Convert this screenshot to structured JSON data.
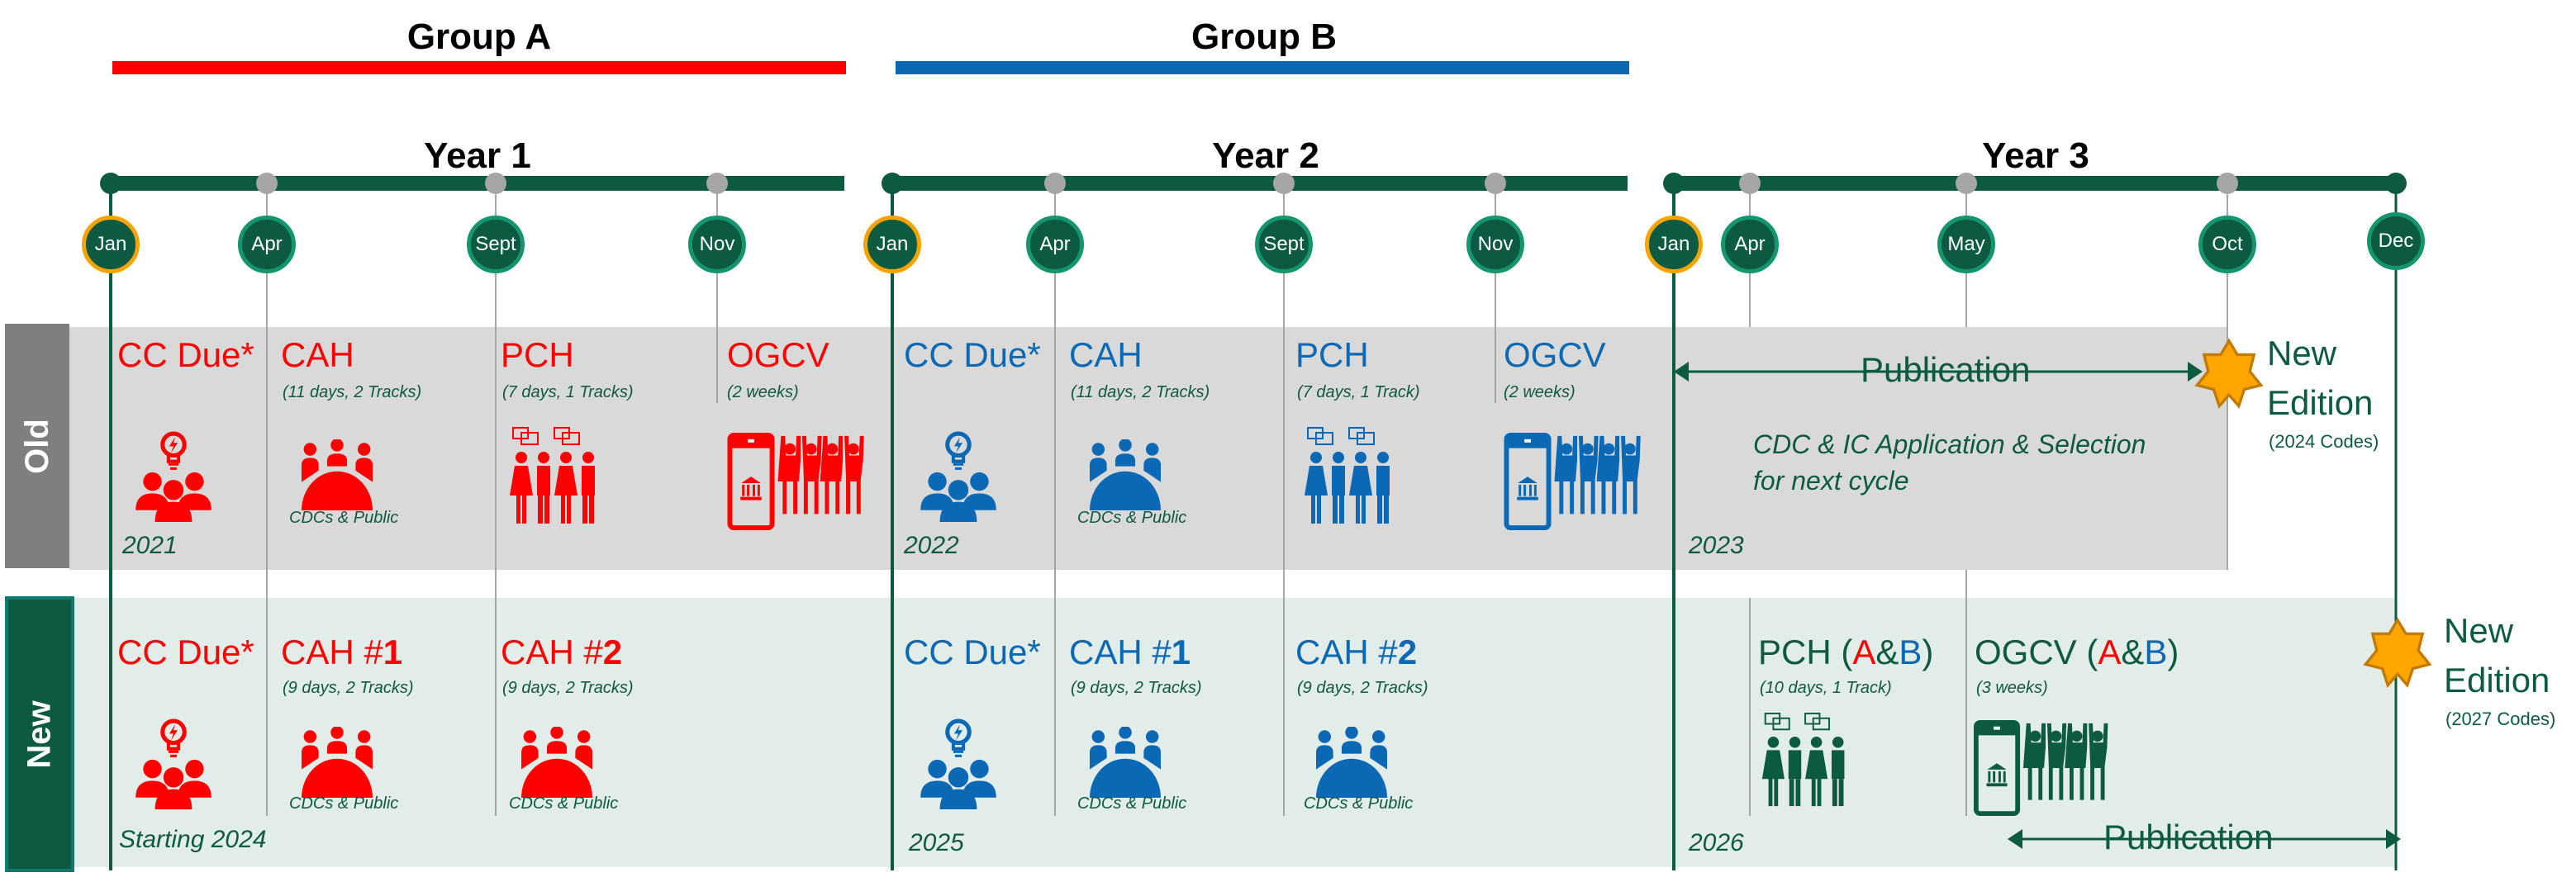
{
  "groups": [
    {
      "label": "Group A",
      "color": "#FF0000"
    },
    {
      "label": "Group B",
      "color": "#0A68B4"
    }
  ],
  "colors": {
    "timeline": "#0D5A42",
    "month_ring": "#15956E",
    "jan_ring": "#F5A300",
    "minor_dot": "#A6A6A6",
    "old_row_bg": "#D9D9D9",
    "new_row_bg": "#E2ECE8",
    "old_label_bg": "#7F7F7F",
    "new_label_bg": "#0D5A42",
    "star": "#FFA500",
    "group_a": "#FF0000",
    "group_b": "#0A68B4"
  },
  "years": [
    {
      "label": "Year 1",
      "months": [
        "Jan",
        "Apr",
        "Sept",
        "Nov"
      ]
    },
    {
      "label": "Year 2",
      "months": [
        "Jan",
        "Apr",
        "Sept",
        "Nov"
      ]
    },
    {
      "label": "Year 3",
      "months": [
        "Jan",
        "Apr",
        "May",
        "Oct",
        "Dec"
      ]
    }
  ],
  "rows": {
    "old": {
      "label": "Old",
      "year1": {
        "events": [
          {
            "title": "CC Due*",
            "icon": "idea-group-icon"
          },
          {
            "title": "CAH",
            "sub": "(11 days, 2 Tracks)",
            "caption": "CDCs & Public",
            "icon": "audience-icon"
          },
          {
            "title": "PCH",
            "sub": "(7 days, 1 Tracks)",
            "icon": "discussion-people-icon"
          },
          {
            "title": "OGCV",
            "sub": "(2 weeks)",
            "icon": "mobile-vote-icon"
          }
        ],
        "year_note": "2021"
      },
      "year2": {
        "events": [
          {
            "title": "CC Due*",
            "icon": "idea-group-icon"
          },
          {
            "title": "CAH",
            "sub": "(11 days, 2 Tracks)",
            "caption": "CDCs & Public",
            "icon": "audience-icon"
          },
          {
            "title": "PCH",
            "sub": "(7 days, 1 Track)",
            "icon": "discussion-people-icon"
          },
          {
            "title": "OGCV",
            "sub": "(2 weeks)",
            "icon": "mobile-vote-icon"
          }
        ],
        "year_note": "2022"
      },
      "year3": {
        "publication": "Publication",
        "note_line1": "CDC & IC Application & Selection",
        "note_line2": "for next cycle",
        "year_note": "2023",
        "edition_line1": "New",
        "edition_line2": "Edition",
        "edition_sub": "(2024 Codes)"
      }
    },
    "new": {
      "label": "New",
      "year1": {
        "events": [
          {
            "title": "CC Due*",
            "icon": "idea-group-icon"
          },
          {
            "title": "CAH #",
            "num": "1",
            "sub": "(9 days, 2 Tracks)",
            "caption": "CDCs & Public",
            "icon": "audience-icon"
          },
          {
            "title": "CAH #",
            "num": "2",
            "sub": "(9 days, 2 Tracks)",
            "caption": "CDCs & Public",
            "icon": "audience-icon"
          }
        ],
        "year_note": "Starting 2024"
      },
      "year2": {
        "events": [
          {
            "title": "CC Due*",
            "icon": "idea-group-icon"
          },
          {
            "title": "CAH #",
            "num": "1",
            "sub": "(9 days, 2 Tracks)",
            "caption": "CDCs & Public",
            "icon": "audience-icon"
          },
          {
            "title": "CAH #",
            "num": "2",
            "sub": "(9 days, 2 Tracks)",
            "caption": "CDCs & Public",
            "icon": "audience-icon"
          }
        ],
        "year_note": "2025"
      },
      "year3": {
        "events": [
          {
            "title": "PCH (",
            "a": "A",
            "amp": "&",
            "b": "B",
            "close": ")",
            "sub": "(10 days, 1 Track)",
            "icon": "discussion-people-icon"
          },
          {
            "title": "OGCV (",
            "a": "A",
            "amp": "&",
            "b": "B",
            "close": ")",
            "sub": "(3 weeks)",
            "icon": "mobile-vote-icon"
          }
        ],
        "publication": "Publication",
        "year_note": "2026",
        "edition_line1": "New",
        "edition_line2": "Edition",
        "edition_sub": "(2027 Codes)"
      }
    }
  }
}
